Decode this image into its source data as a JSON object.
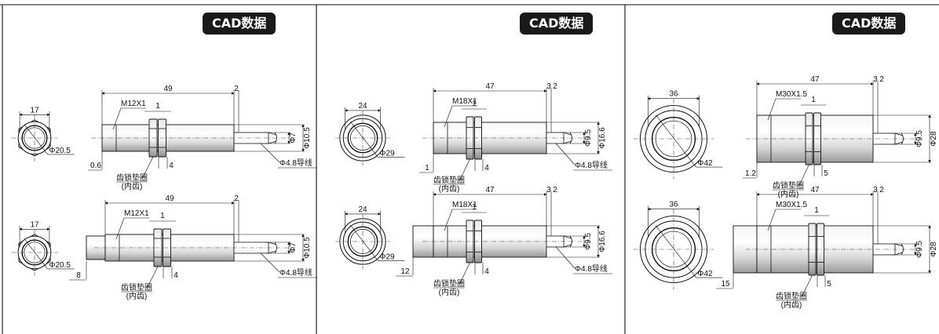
{
  "badge_label": "CAD数据",
  "panels": [
    {
      "top": {
        "front_width": "17",
        "front_diameter": "Φ20.5",
        "length": "49",
        "gap": "2",
        "thread": "M12X1",
        "nut_thick": "1",
        "face_offset": "0.6",
        "washer": "4",
        "cable_d1": "Φ7",
        "cable_d2": "Φ10.5",
        "wire": "Φ4.8导线",
        "gasket": "齿锁垫圈",
        "gasket_sub": "(内齿)"
      },
      "bottom": {
        "front_width": "17",
        "front_diameter": "Φ20.5",
        "length": "49",
        "gap": "2",
        "thread": "M12X1",
        "nut_thick": "1",
        "face_offset": "8",
        "washer": "4",
        "cable_d1": "Φ7",
        "cable_d2": "Φ10.5",
        "wire": "Φ4.8导线",
        "gasket": "齿锁垫圈",
        "gasket_sub": "(内齿)"
      }
    },
    {
      "top": {
        "front_width": "24",
        "front_diameter": "Φ29",
        "length": "47",
        "gap": "3",
        "gap2": "2",
        "thread": "M18X1",
        "nut_thick": "1",
        "face_offset": "1",
        "washer": "4",
        "cable_d1": "Φ9.5",
        "cable_d2": "Φ16.6",
        "wire": "Φ4.8导线",
        "gasket": "齿锁垫圈",
        "gasket_sub": "(内齿)"
      },
      "bottom": {
        "front_width": "24",
        "front_diameter": "Φ29",
        "length": "47",
        "gap": "3",
        "gap2": "2",
        "thread": "M18X1",
        "nut_thick": "1",
        "face_offset": "12",
        "washer": "4",
        "cable_d1": "Φ9.5",
        "cable_d2": "Φ16.6",
        "wire": "Φ4.8导线",
        "gasket": "齿锁垫圈",
        "gasket_sub": "(内齿)"
      }
    },
    {
      "top": {
        "front_width": "36",
        "front_diameter": "Φ42",
        "length": "47",
        "gap": "3",
        "gap2": "2",
        "thread": "M30X1.5",
        "nut_thick": "1",
        "face_offset": "1.2",
        "washer": "5",
        "cable_d1": "Φ9.5",
        "cable_d2": "Φ28",
        "wire": "",
        "gasket": "齿锁垫圈",
        "gasket_sub": "(内齿)"
      },
      "bottom": {
        "front_width": "36",
        "front_diameter": "Φ42",
        "length": "47",
        "gap": "3",
        "gap2": "2",
        "thread": "M30X1.5",
        "nut_thick": "1",
        "face_offset": "15",
        "washer": "5",
        "cable_d1": "Φ9.5",
        "cable_d2": "Φ28",
        "wire": "",
        "gasket": "齿锁垫圈",
        "gasket_sub": "(内齿)"
      }
    }
  ]
}
